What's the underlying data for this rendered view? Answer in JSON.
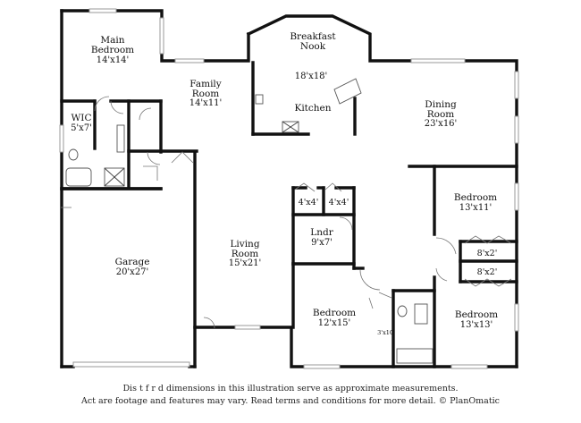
{
  "rooms": [
    {
      "id": "main-bedroom",
      "name": "Main\nBedroom",
      "dims": "14'x14'"
    },
    {
      "id": "wic",
      "name": "WIC",
      "dims": "5'x7'"
    },
    {
      "id": "family-room",
      "name": "Family\nRoom",
      "dims": "14'x11'"
    },
    {
      "id": "breakfast-nook",
      "name": "Breakfast\nNook",
      "dims": ""
    },
    {
      "id": "kitchen",
      "name": "Kitchen",
      "dims": "18'x18'"
    },
    {
      "id": "dining-room",
      "name": "Dining\nRoom",
      "dims": "23'x16'"
    },
    {
      "id": "closet-a",
      "name": "",
      "dims": "4'x4'"
    },
    {
      "id": "closet-b",
      "name": "",
      "dims": "4'x4'"
    },
    {
      "id": "laundry",
      "name": "Lndr",
      "dims": "9'x7'"
    },
    {
      "id": "bedroom-ne",
      "name": "Bedroom",
      "dims": "13'x11'"
    },
    {
      "id": "closet-c",
      "name": "",
      "dims": "8'x2'"
    },
    {
      "id": "closet-d",
      "name": "",
      "dims": "8'x2'"
    },
    {
      "id": "living-room",
      "name": "Living\nRoom",
      "dims": "15'x21'"
    },
    {
      "id": "garage",
      "name": "Garage",
      "dims": "20'x27'"
    },
    {
      "id": "bedroom-mid",
      "name": "Bedroom",
      "dims": "12'x15'"
    },
    {
      "id": "bath-closet",
      "name": "",
      "dims": "3'x10'"
    },
    {
      "id": "bedroom-se",
      "name": "Bedroom",
      "dims": "13'x13'"
    }
  ],
  "disclaimer": {
    "line1": "Dis      t   f    r  d       dimensions in this illustration serve as approximate measurements.",
    "line2": "Act       are footage and features may vary. Read terms and conditions for more detail. © PlanOmatic"
  }
}
